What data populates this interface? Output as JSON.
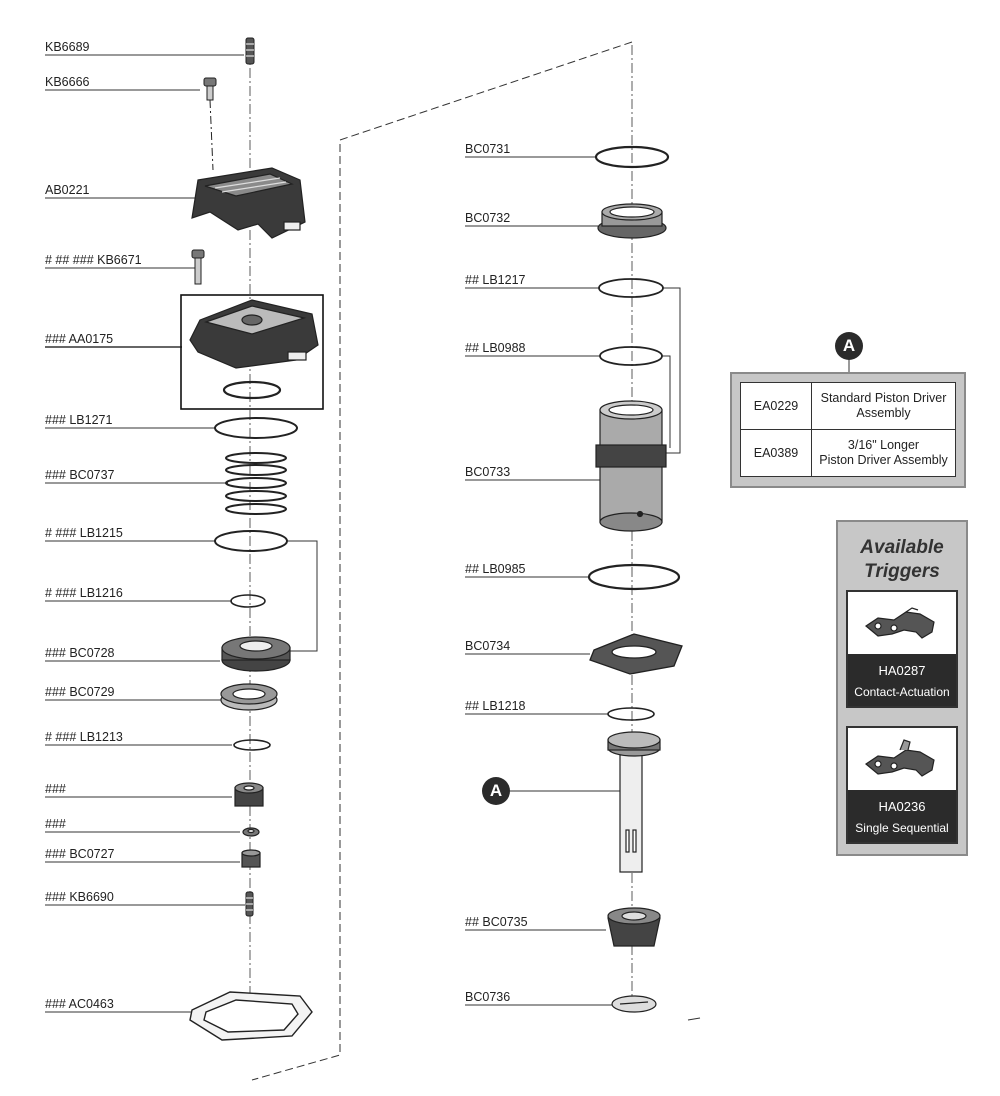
{
  "left_column_labels": [
    {
      "key": "kb6689",
      "text": "KB6689"
    },
    {
      "key": "kb6666",
      "text": "KB6666"
    },
    {
      "key": "ab0221",
      "text": "AB0221"
    },
    {
      "key": "kb6671",
      "text": "#  ##  ### KB6671"
    },
    {
      "key": "aa0175",
      "text": "### AA0175"
    },
    {
      "key": "lb1271",
      "text": "### LB1271"
    },
    {
      "key": "bc0737",
      "text": "### BC0737"
    },
    {
      "key": "lb1215",
      "text": "#  ### LB1215"
    },
    {
      "key": "lb1216",
      "text": "#  ### LB1216"
    },
    {
      "key": "bc0728",
      "text": "### BC0728"
    },
    {
      "key": "bc0729",
      "text": "### BC0729"
    },
    {
      "key": "lb1213",
      "text": "#  ### LB1213"
    },
    {
      "key": "nut-a",
      "text": "###"
    },
    {
      "key": "washer",
      "text": "###"
    },
    {
      "key": "bc0727",
      "text": "### BC0727"
    },
    {
      "key": "kb6690",
      "text": "### KB6690"
    },
    {
      "key": "ac0463",
      "text": "### AC0463"
    }
  ],
  "right_column_labels": [
    {
      "key": "bc0731",
      "text": "BC0731"
    },
    {
      "key": "bc0732",
      "text": "BC0732"
    },
    {
      "key": "lb1217",
      "text": "## LB1217"
    },
    {
      "key": "lb0988",
      "text": "## LB0988"
    },
    {
      "key": "bc0733",
      "text": "BC0733"
    },
    {
      "key": "lb0985",
      "text": "## LB0985"
    },
    {
      "key": "bc0734",
      "text": "BC0734"
    },
    {
      "key": "lb1218",
      "text": "## LB1218"
    },
    {
      "key": "bc0735",
      "text": "## BC0735"
    },
    {
      "key": "bc0736",
      "text": "BC0736"
    }
  ],
  "callout": {
    "letter": "A"
  },
  "assembly_table": {
    "callout": "A",
    "rows": [
      {
        "code": "EA0229",
        "description_line1": "Standard Piston Driver",
        "description_line2": "Assembly"
      },
      {
        "code": "EA0389",
        "description_line1": "3/16\" Longer",
        "description_line2": "Piston Driver Assembly"
      }
    ]
  },
  "triggers": {
    "title_line1": "Available",
    "title_line2": "Triggers",
    "items": [
      {
        "code": "HA0287",
        "name": "Contact-Actuation",
        "icon": "trigger-icon"
      },
      {
        "code": "HA0236",
        "name": "Single Sequential",
        "icon": "trigger-icon"
      }
    ]
  },
  "colors": {
    "ink": "#222222",
    "dark_band": "#2b2b2b",
    "panel_gray": "#c7c7c7"
  }
}
